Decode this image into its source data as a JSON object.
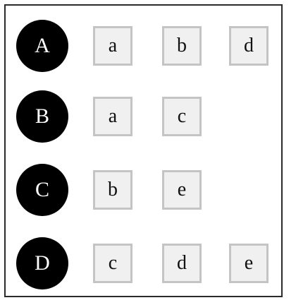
{
  "rows": [
    {
      "node": "A",
      "items": [
        "a",
        "b",
        "d"
      ]
    },
    {
      "node": "B",
      "items": [
        "a",
        "c"
      ]
    },
    {
      "node": "C",
      "items": [
        "b",
        "e"
      ]
    },
    {
      "node": "D",
      "items": [
        "c",
        "d",
        "e"
      ]
    }
  ],
  "colors": {
    "circle_fill": "#000000",
    "circle_text": "#ffffff",
    "box_fill": "#f0f0f0",
    "box_border": "#c4c4c4",
    "frame_border": "#2b2b2b"
  }
}
